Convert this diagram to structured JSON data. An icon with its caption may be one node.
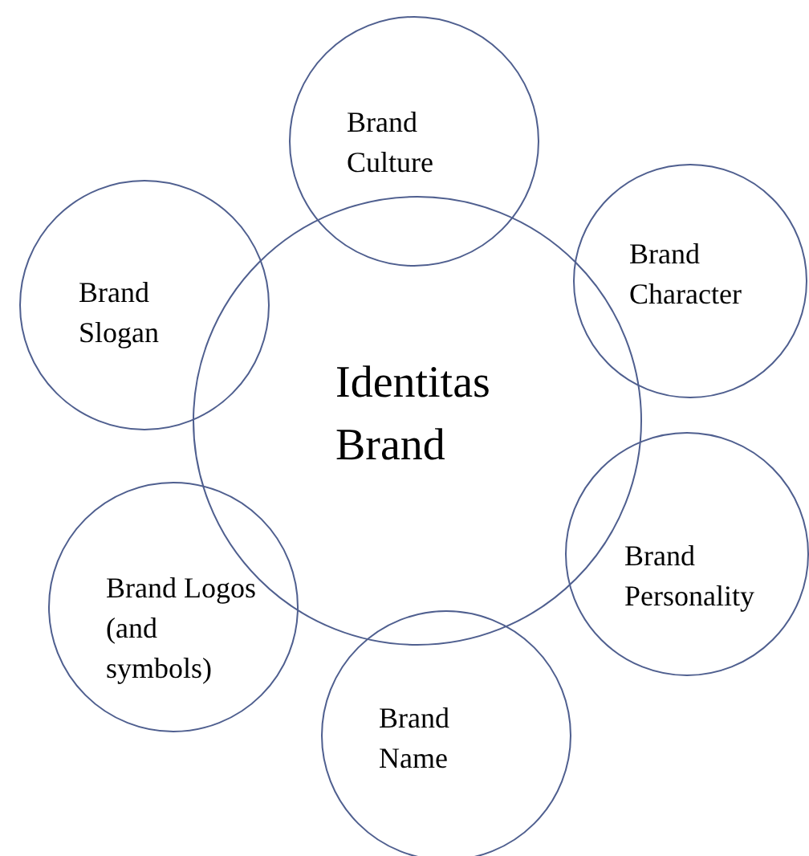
{
  "diagram": {
    "nodes": [
      {
        "text": [
          "Brand Culture"
        ]
      },
      {
        "text": [
          "Brand Character"
        ]
      },
      {
        "text": [
          "Brand Slogan"
        ]
      },
      {
        "text": [
          "Identitas Brand"
        ]
      },
      {
        "text": [
          "Brand Personality"
        ]
      },
      {
        "text": [
          "Brand Logos (and symbols)"
        ]
      },
      {
        "text": [
          "Brand Name"
        ]
      }
    ],
    "edges": []
  }
}
